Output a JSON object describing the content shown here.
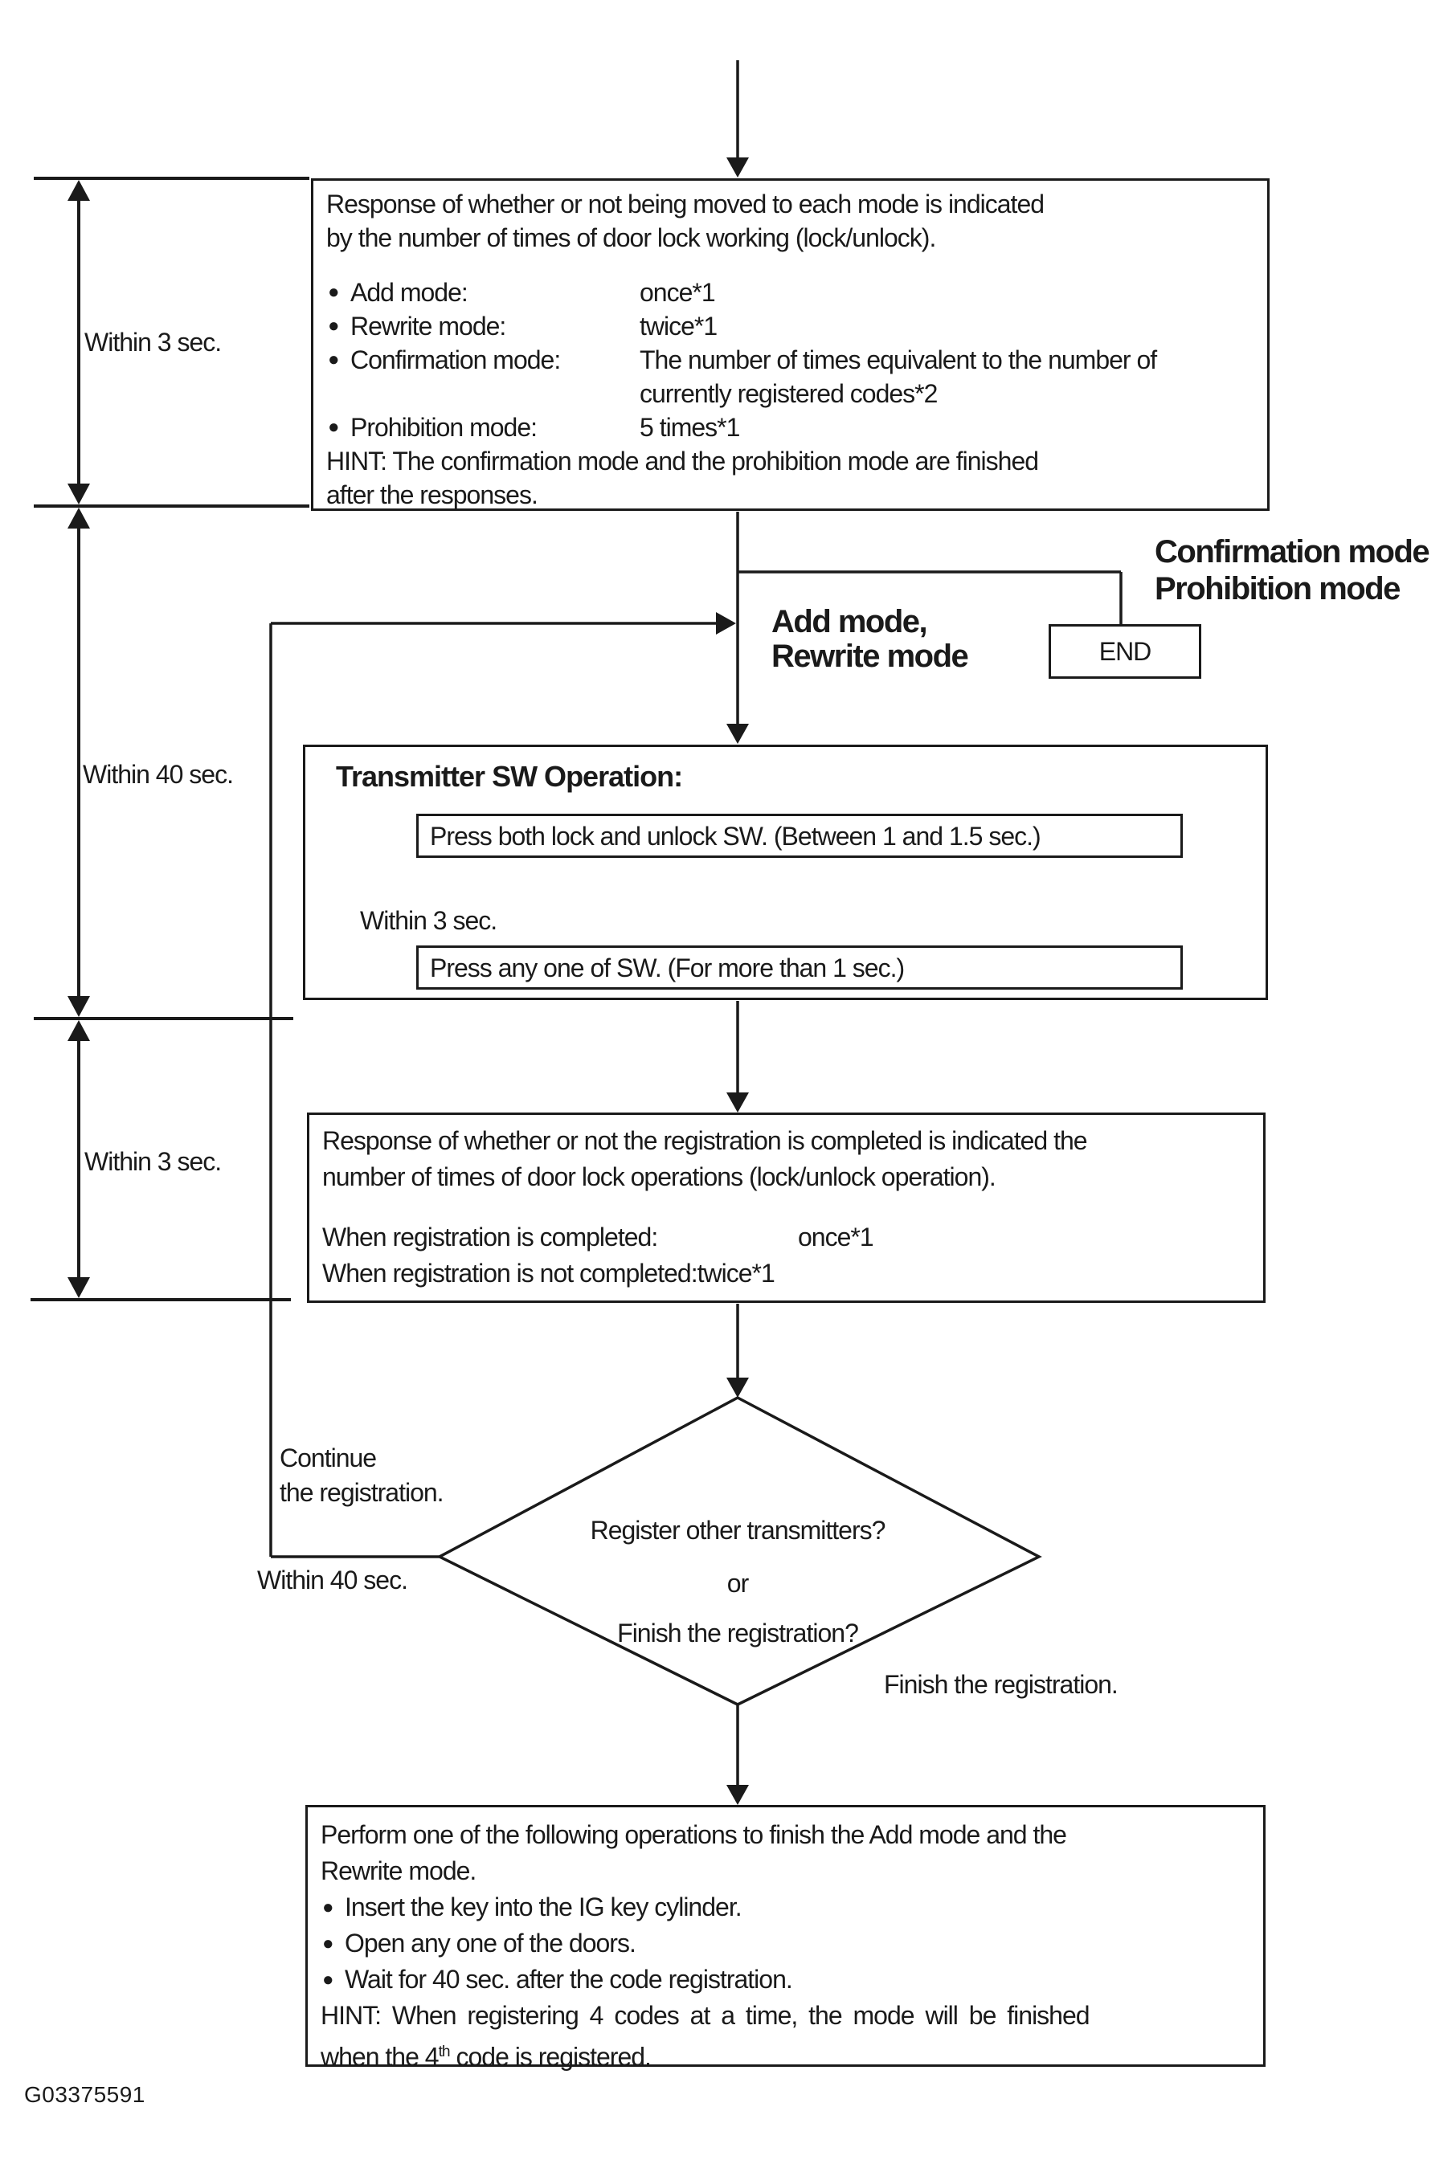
{
  "page": {
    "figure_code": "G03375591"
  },
  "timing_labels": {
    "seg1": "Within 3 sec.",
    "seg2": "Within 40 sec.",
    "seg3": "Within 3 sec."
  },
  "mode_response_box": {
    "intro_line1": "Response of whether or not being moved to each mode is indicated",
    "intro_line2": "by the number of times of door lock working (lock/unlock).",
    "bullet_char": "●",
    "items": [
      {
        "label": "Add mode:",
        "value": "once*1"
      },
      {
        "label": "Rewrite mode:",
        "value": "twice*1"
      },
      {
        "label": "Confirmation mode:",
        "value": "The number of times equivalent to the number of currently registered codes*2"
      },
      {
        "label": "Prohibition mode:",
        "value": "5 times*1"
      }
    ],
    "hint_line1": "HINT: The confirmation mode and the prohibition mode are finished",
    "hint_line2": "after the responses."
  },
  "branch": {
    "confirmation_line1": "Confirmation mode",
    "confirmation_line2": "Prohibition mode",
    "end_label": "END",
    "add_rewrite_line1": "Add mode,",
    "add_rewrite_line2": "Rewrite mode"
  },
  "transmitter_box": {
    "title": "Transmitter SW Operation:",
    "step1": "Press both lock and unlock SW. (Between 1 and 1.5 sec.)",
    "interval_label": "Within 3 sec.",
    "step2": "Press any one of SW. (For more than 1 sec.)"
  },
  "registration_response_box": {
    "intro_line1": "Response of whether or not the registration is completed is indicated the",
    "intro_line2": "number of times of door lock operations (lock/unlock operation).",
    "completed_label": "When registration is completed:",
    "completed_value": "once*1",
    "not_completed_line": "When registration is not completed:twice*1"
  },
  "decision": {
    "line1": "Register other transmitters?",
    "line2": "or",
    "line3": "Finish the registration?"
  },
  "flow_labels": {
    "continue_line1": "Continue",
    "continue_line2": "the registration.",
    "within_40_sec": "Within 40 sec.",
    "finish": "Finish the registration."
  },
  "finish_box": {
    "line1": "Perform one of the following operations to finish the Add mode and the",
    "line2": "Rewrite mode.",
    "bullet_char": "●",
    "items": [
      "Insert the key into the IG key cylinder.",
      "Open any one of the doors.",
      "Wait for 40 sec. after the code registration."
    ],
    "hint_line1": "HINT: When registering 4 codes at a time, the mode will be finished",
    "hint_line2_prefix": "when the 4",
    "hint_line2_sup": "th",
    "hint_line2_suffix": " code is registered."
  }
}
